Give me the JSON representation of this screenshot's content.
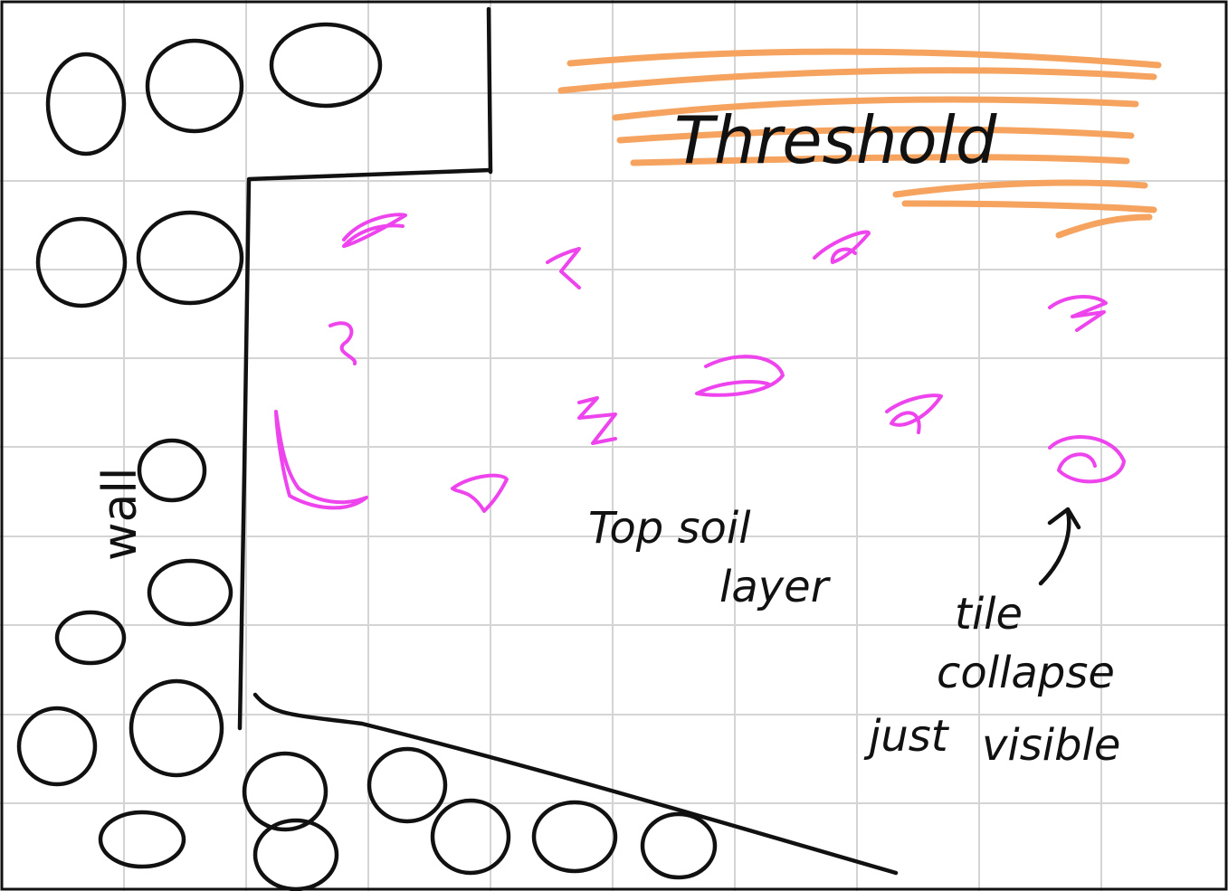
{
  "canvas": {
    "background": "#ffffff",
    "grid_color": "#d4d4d4",
    "ink_color": "#111111",
    "highlight_color": "#f5a35f",
    "marker_color": "#ee44ee"
  },
  "labels": {
    "threshold": "Threshold",
    "wall": "wall",
    "topsoil_line1": "Top soil",
    "topsoil_line2": "layer",
    "collapse_line1": "tile",
    "collapse_line2": "collapse",
    "collapse_line3_a": "just",
    "collapse_line3_b": "visible"
  }
}
